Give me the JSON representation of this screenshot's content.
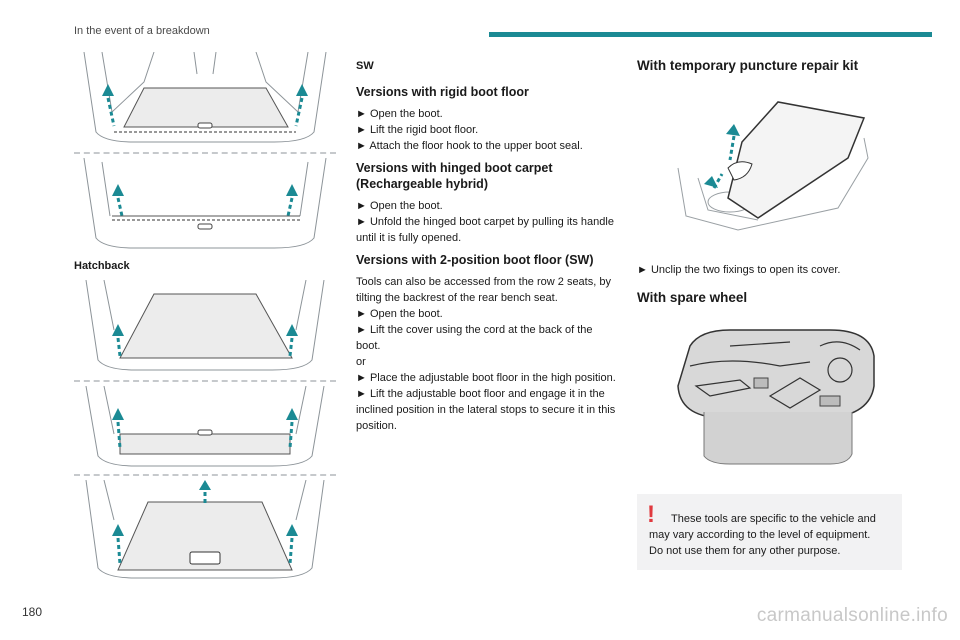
{
  "header": {
    "section_title": "In the event of a breakdown",
    "accent_color": "#1b8a94"
  },
  "page_number": "180",
  "watermark": "carmanualsonline.info",
  "left_column": {
    "hatchback_label": "Hatchback",
    "figure_icons": [
      "boot-floor-raise-icon",
      "boot-carpet-lift-icon",
      "boot-floor-adjust-icon",
      "boot-floor-stop-icon",
      "boot-floor-incline-icon"
    ]
  },
  "middle_column": {
    "sw_label": "SW",
    "rigid": {
      "heading": "Versions with rigid boot floor",
      "text": "► Open the boot.\n► Lift the rigid boot floor.\n► Attach the floor hook to the upper boot seal."
    },
    "hinged": {
      "heading": "Versions with hinged boot carpet (Rechargeable hybrid)",
      "text": "► Open the boot.\n► Unfold the hinged boot carpet by pulling its handle until it is fully opened."
    },
    "two_position": {
      "heading": "Versions with 2-position boot floor (SW)",
      "text": "Tools can also be accessed from the row 2 seats, by tilting the backrest of the rear bench seat.\n► Open the boot.\n► Lift the cover using the cord at the back of the boot.\nor\n► Place the adjustable boot floor in the high position.\n► Lift the adjustable boot floor and engage it in the inclined position in the lateral stops to secure it in this position."
    }
  },
  "right_column": {
    "repair_kit": {
      "heading": "With temporary puncture repair kit",
      "text": "► Unclip the two fixings to open its cover."
    },
    "spare_wheel": {
      "heading": "With spare wheel"
    },
    "notice": {
      "icon": "!",
      "text": "These tools are specific to the vehicle and may vary according to the level of equipment.\nDo not use them for any other purpose."
    }
  }
}
